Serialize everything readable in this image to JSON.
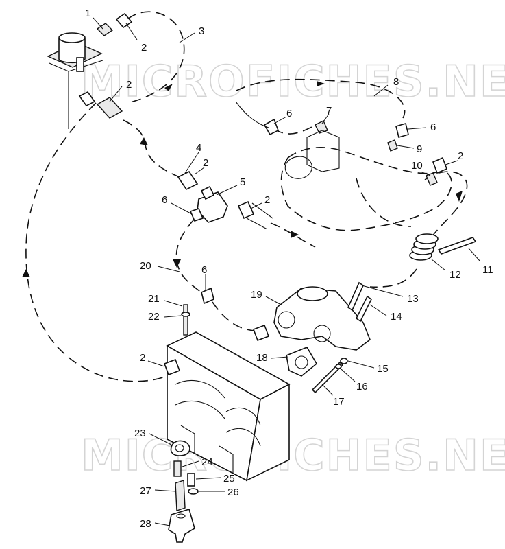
{
  "watermark": {
    "text": "MICROFICHES.NET"
  },
  "callouts": [
    {
      "id": "c1",
      "label": "1"
    },
    {
      "id": "c2a",
      "label": "2"
    },
    {
      "id": "c3",
      "label": "3"
    },
    {
      "id": "c2b",
      "label": "2"
    },
    {
      "id": "c8",
      "label": "8"
    },
    {
      "id": "c6a",
      "label": "6"
    },
    {
      "id": "c7",
      "label": "7"
    },
    {
      "id": "c6b",
      "label": "6"
    },
    {
      "id": "c9",
      "label": "9"
    },
    {
      "id": "c4",
      "label": "4"
    },
    {
      "id": "c2c",
      "label": "2"
    },
    {
      "id": "c2d",
      "label": "2"
    },
    {
      "id": "c10",
      "label": "10"
    },
    {
      "id": "c5",
      "label": "5"
    },
    {
      "id": "c6c",
      "label": "6"
    },
    {
      "id": "c2e",
      "label": "2"
    },
    {
      "id": "c11",
      "label": "11"
    },
    {
      "id": "c12",
      "label": "12"
    },
    {
      "id": "c20",
      "label": "20"
    },
    {
      "id": "c6d",
      "label": "6"
    },
    {
      "id": "c13",
      "label": "13"
    },
    {
      "id": "c19",
      "label": "19"
    },
    {
      "id": "c21",
      "label": "21"
    },
    {
      "id": "c14",
      "label": "14"
    },
    {
      "id": "c22",
      "label": "22"
    },
    {
      "id": "c18",
      "label": "18"
    },
    {
      "id": "c2f",
      "label": "2"
    },
    {
      "id": "c15",
      "label": "15"
    },
    {
      "id": "c16",
      "label": "16"
    },
    {
      "id": "c17",
      "label": "17"
    },
    {
      "id": "c23",
      "label": "23"
    },
    {
      "id": "c24",
      "label": "24"
    },
    {
      "id": "c25",
      "label": "25"
    },
    {
      "id": "c26",
      "label": "26"
    },
    {
      "id": "c27",
      "label": "27"
    },
    {
      "id": "c28",
      "label": "28"
    }
  ]
}
